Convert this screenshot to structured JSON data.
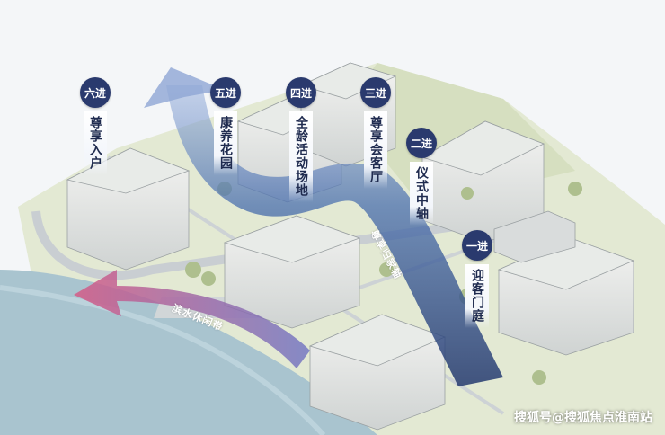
{
  "stages": [
    {
      "order": "一进",
      "name": "迎客门庭"
    },
    {
      "order": "二进",
      "name": "仪式中轴"
    },
    {
      "order": "三进",
      "name": "尊享会客厅"
    },
    {
      "order": "四进",
      "name": "全龄活动场地"
    },
    {
      "order": "五进",
      "name": "康养花园"
    },
    {
      "order": "六进",
      "name": "尊享入户"
    }
  ],
  "axis_label": "尊享归家轴",
  "water_label": "滨水休闲带",
  "watermark": "搜狐号@搜狐焦点淮南站",
  "colors": {
    "badge": "#2a3a6e",
    "route_blue": "#3f5f9c",
    "route_pink": "#c0507a",
    "water": "#a9c4cf",
    "ground": "#dfe6c9"
  }
}
